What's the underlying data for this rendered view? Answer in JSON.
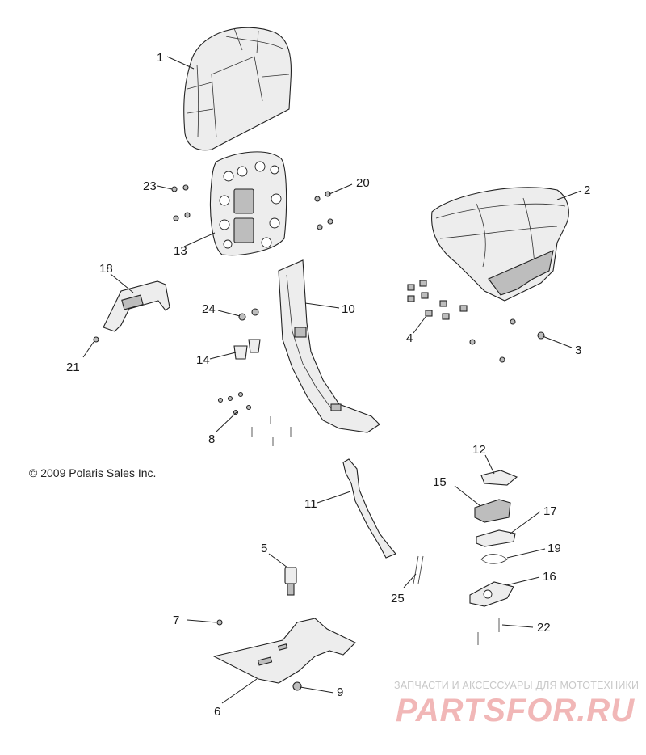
{
  "copyright": "© 2009 Polaris Sales Inc.",
  "watermark": {
    "tagline": "ЗАПЧАСТИ И АКСЕССУАРЫ ДЛЯ МОТОТЕХНИКИ",
    "logo": "PARTSFOR.RU",
    "color": "#f1b7b7"
  },
  "callouts": {
    "c1": "1",
    "c2": "2",
    "c3": "3",
    "c4": "4",
    "c5": "5",
    "c6": "6",
    "c7": "7",
    "c8": "8",
    "c9": "9",
    "c10": "10",
    "c11": "11",
    "c12": "12",
    "c13": "13",
    "c14": "14",
    "c15": "15",
    "c16": "16",
    "c17": "17",
    "c18": "18",
    "c19": "19",
    "c20": "20",
    "c21": "21",
    "c22": "22",
    "c23": "23",
    "c24": "24",
    "c25": "25"
  }
}
